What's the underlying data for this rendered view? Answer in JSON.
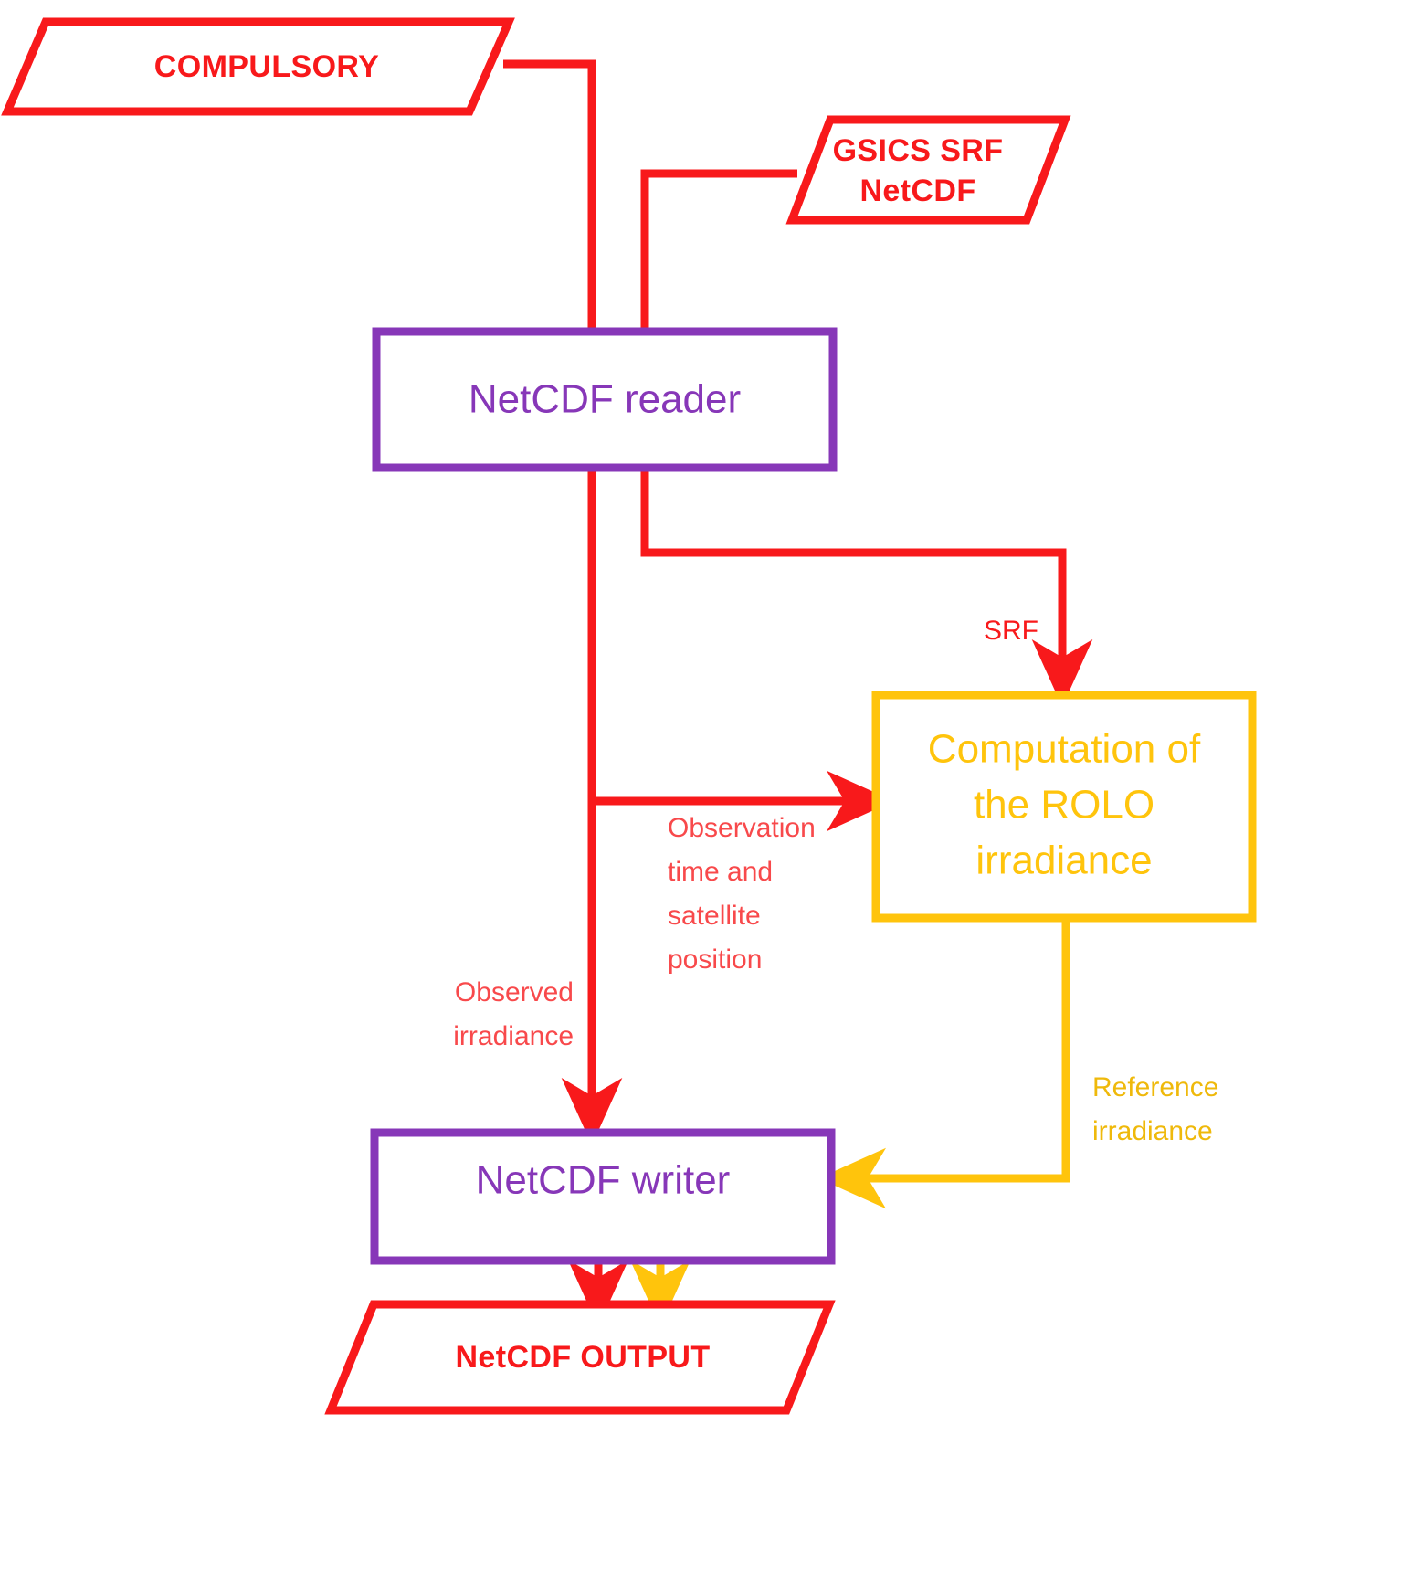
{
  "diagram": {
    "title": "NetCDF ROLO irradiance processing flowchart",
    "type": "flowchart",
    "colors": {
      "red": "#F8191B",
      "purple": "#8737B8",
      "yellow": "#FFC40C",
      "background": "#FFFFFF"
    },
    "nodes": [
      {
        "id": "compulsory",
        "shape": "parallelogram",
        "role": "input",
        "color": "red",
        "label": "COMPULSORY"
      },
      {
        "id": "gsics-srf-netcdf",
        "shape": "parallelogram",
        "role": "input",
        "color": "red",
        "label_line1": "GSICS SRF",
        "label_line2": "NetCDF"
      },
      {
        "id": "netcdf-reader",
        "shape": "rectangle",
        "role": "process",
        "color": "purple",
        "label": "NetCDF reader"
      },
      {
        "id": "rolo-computation",
        "shape": "rectangle",
        "role": "process",
        "color": "yellow",
        "label_line1": "Computation of",
        "label_line2": "the ROLO",
        "label_line3": "irradiance"
      },
      {
        "id": "netcdf-writer",
        "shape": "rectangle",
        "role": "process",
        "color": "purple",
        "label": "NetCDF writer"
      },
      {
        "id": "netcdf-output",
        "shape": "parallelogram",
        "role": "output",
        "color": "red",
        "label": "NetCDF OUTPUT"
      }
    ],
    "edges": [
      {
        "id": "srf-edge",
        "from": "netcdf-reader",
        "to": "rolo-computation",
        "color": "red",
        "label": "SRF"
      },
      {
        "id": "observation-edge",
        "from": "netcdf-reader",
        "to": "rolo-computation",
        "color": "red",
        "label_line1": "Observation",
        "label_line2": "time and",
        "label_line3": "satellite",
        "label_line4": "position"
      },
      {
        "id": "observed-irradiance-edge",
        "from": "netcdf-reader",
        "to": "netcdf-writer",
        "color": "red",
        "label_line1": "Observed",
        "label_line2": "irradiance"
      },
      {
        "id": "reference-irradiance-edge",
        "from": "rolo-computation",
        "to": "netcdf-writer",
        "color": "yellow",
        "label_line1": "Reference",
        "label_line2": "irradiance"
      },
      {
        "id": "writer-output-red-edge",
        "from": "netcdf-writer",
        "to": "netcdf-output",
        "color": "red",
        "label": ""
      },
      {
        "id": "writer-output-yellow-edge",
        "from": "netcdf-writer",
        "to": "netcdf-output",
        "color": "yellow",
        "label": ""
      }
    ]
  }
}
